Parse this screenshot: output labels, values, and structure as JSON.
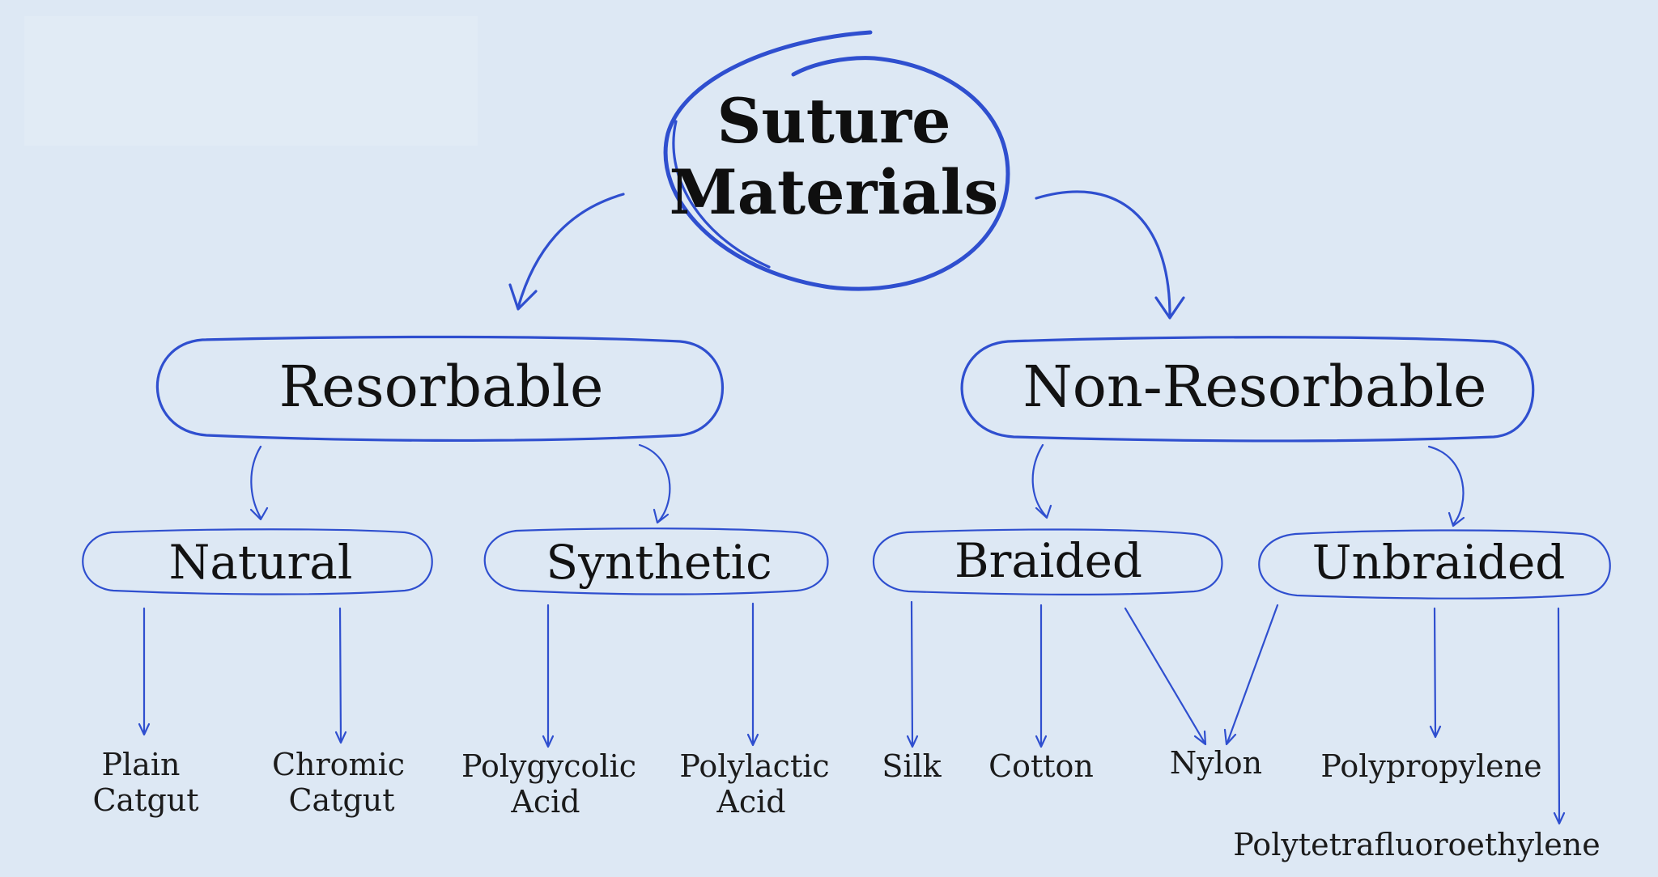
{
  "root": {
    "line1": "Suture",
    "line2": "Materials"
  },
  "categories": {
    "resorbable": "Resorbable",
    "non_resorbable": "Non-Resorbable"
  },
  "subcategories": {
    "natural": "Natural",
    "synthetic": "Synthetic",
    "braided": "Braided",
    "unbraided": "Unbraided"
  },
  "leaves": {
    "plain_catgut": [
      "Plain",
      "Catgut"
    ],
    "chromic_catgut": [
      "Chromic",
      "Catgut"
    ],
    "polygycolic_acid": [
      "Polygycolic",
      "Acid"
    ],
    "polylactic_acid": [
      "Polylactic",
      "Acid"
    ],
    "silk": "Silk",
    "cotton": "Cotton",
    "nylon": "Nylon",
    "polypropylene": "Polypropylene",
    "polytetrafluoroethylene": "Polytetrafluoroethylene"
  },
  "colors": {
    "ink": "#2f4fcf",
    "background": "#dde8f4",
    "text": "#121212"
  }
}
